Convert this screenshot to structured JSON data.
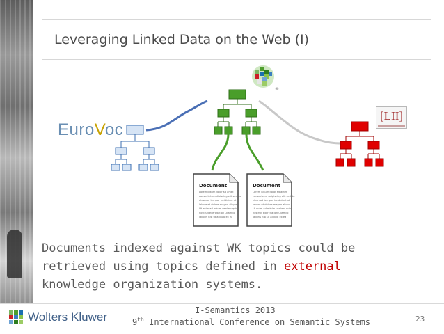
{
  "slide": {
    "title": "Leveraging Linked Data on the Web (I)",
    "body": {
      "part1": "Documents indexed against WK topics could be retrieved using topics defined in ",
      "accent": "external",
      "part2": " knowledge organization systems."
    },
    "page_number": "23",
    "colors": {
      "eurovoc_blue": "#5b8fc9",
      "wk_green": "#4a9e2a",
      "lii_red": "#e00000",
      "link_grey": "#b0b0b0",
      "accent_red": "#c00000"
    }
  },
  "logos": {
    "eurovoc_part1": "Euro",
    "eurovoc_part2": "V",
    "eurovoc_part3": "oc",
    "lii_text": "[LII]",
    "wk_mosaic_icon": "wolters-kluwer-mosaic-logo"
  },
  "documents": [
    {
      "heading": "Document",
      "lines": [
        "Lorem ipsum dolor sit amet",
        "consectetur adipiscing elit sed do",
        "eiusmod tempor incididunt ut",
        "labore et dolore magna aliqua",
        "Ut enim ad minim veniam quis",
        "nostrud exercitation ullamco",
        "laboris nisi ut aliquip ex ea"
      ]
    },
    {
      "heading": "Document",
      "lines": [
        "Lorem ipsum dolor sit amet",
        "consectetur adipiscing elit sed do",
        "eiusmod tempor incididunt ut",
        "labore et dolore magna aliqua",
        "Ut enim ad minim veniam quis",
        "nostrud exercitation ullamco",
        "laboris nisi ut aliquip ex ea"
      ]
    }
  ],
  "footer": {
    "company": "Wolters Kluwer",
    "event_line1": "I-Semantics 2013",
    "event_line2_num": "9",
    "event_line2_sup": "th",
    "event_line2_rest": " International Conference on Semantic Systems"
  }
}
